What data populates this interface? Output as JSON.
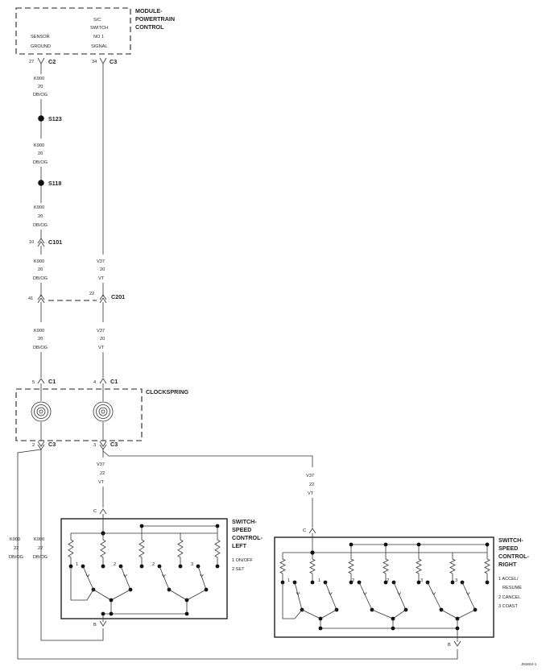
{
  "pcm": {
    "title": [
      "MODULE-",
      "POWERTRAIN",
      "CONTROL"
    ],
    "sensor_ground": [
      "SENSOR",
      "GROUND"
    ],
    "sc_switch": [
      "S/C",
      "SWITCH",
      "NO 1",
      "SIGNAL"
    ],
    "pin_a": "27",
    "conn_a": "C2",
    "pin_b": "34",
    "conn_b": "C3"
  },
  "wires": {
    "k900": {
      "circuit": "K900",
      "gauge": "20",
      "color": "DB/OG"
    },
    "v37": {
      "circuit": "V37",
      "gauge": "20",
      "color": "VT"
    },
    "v37_22": {
      "circuit": "V37",
      "gauge": "22",
      "color": "VT"
    },
    "k900_22": {
      "circuit": "K900",
      "gauge": "22",
      "color": "DB/OG"
    }
  },
  "splices": {
    "s123": "S123",
    "s118": "S118"
  },
  "c101": {
    "pin": "10",
    "label": "C101"
  },
  "c201": {
    "pin_left": "41",
    "pin_right": "22",
    "label": "C201"
  },
  "clockspring": {
    "label": "CLOCKSPRING",
    "top_pin_left": "5",
    "top_pin_right": "4",
    "top_conn": "C1",
    "bottom_pin_left": "2",
    "bottom_pin_right": "3",
    "bottom_conn": "C3"
  },
  "switch_left": {
    "title": [
      "SWITCH-",
      "SPEED",
      "CONTROL-",
      "LEFT"
    ],
    "legend": [
      "1 ON/OFF",
      "2 SET"
    ],
    "pin_top": "C",
    "pin_bottom": "B",
    "num_labels": [
      "1",
      "2",
      "2",
      "3"
    ]
  },
  "switch_right": {
    "title": [
      "SWITCH-",
      "SPEED",
      "CONTROL-",
      "RIGHT"
    ],
    "legend": [
      "1 ACCEL/",
      "RESUME",
      "2 CANCEL",
      "3 COAST"
    ],
    "pin_top": "C",
    "pin_bottom": "B",
    "num_labels": [
      "1",
      "1",
      "2",
      "2",
      "3",
      "3"
    ]
  },
  "figure_id": "J918S4-1",
  "colors": {
    "ink": "#222222",
    "background": "#ffffff"
  }
}
